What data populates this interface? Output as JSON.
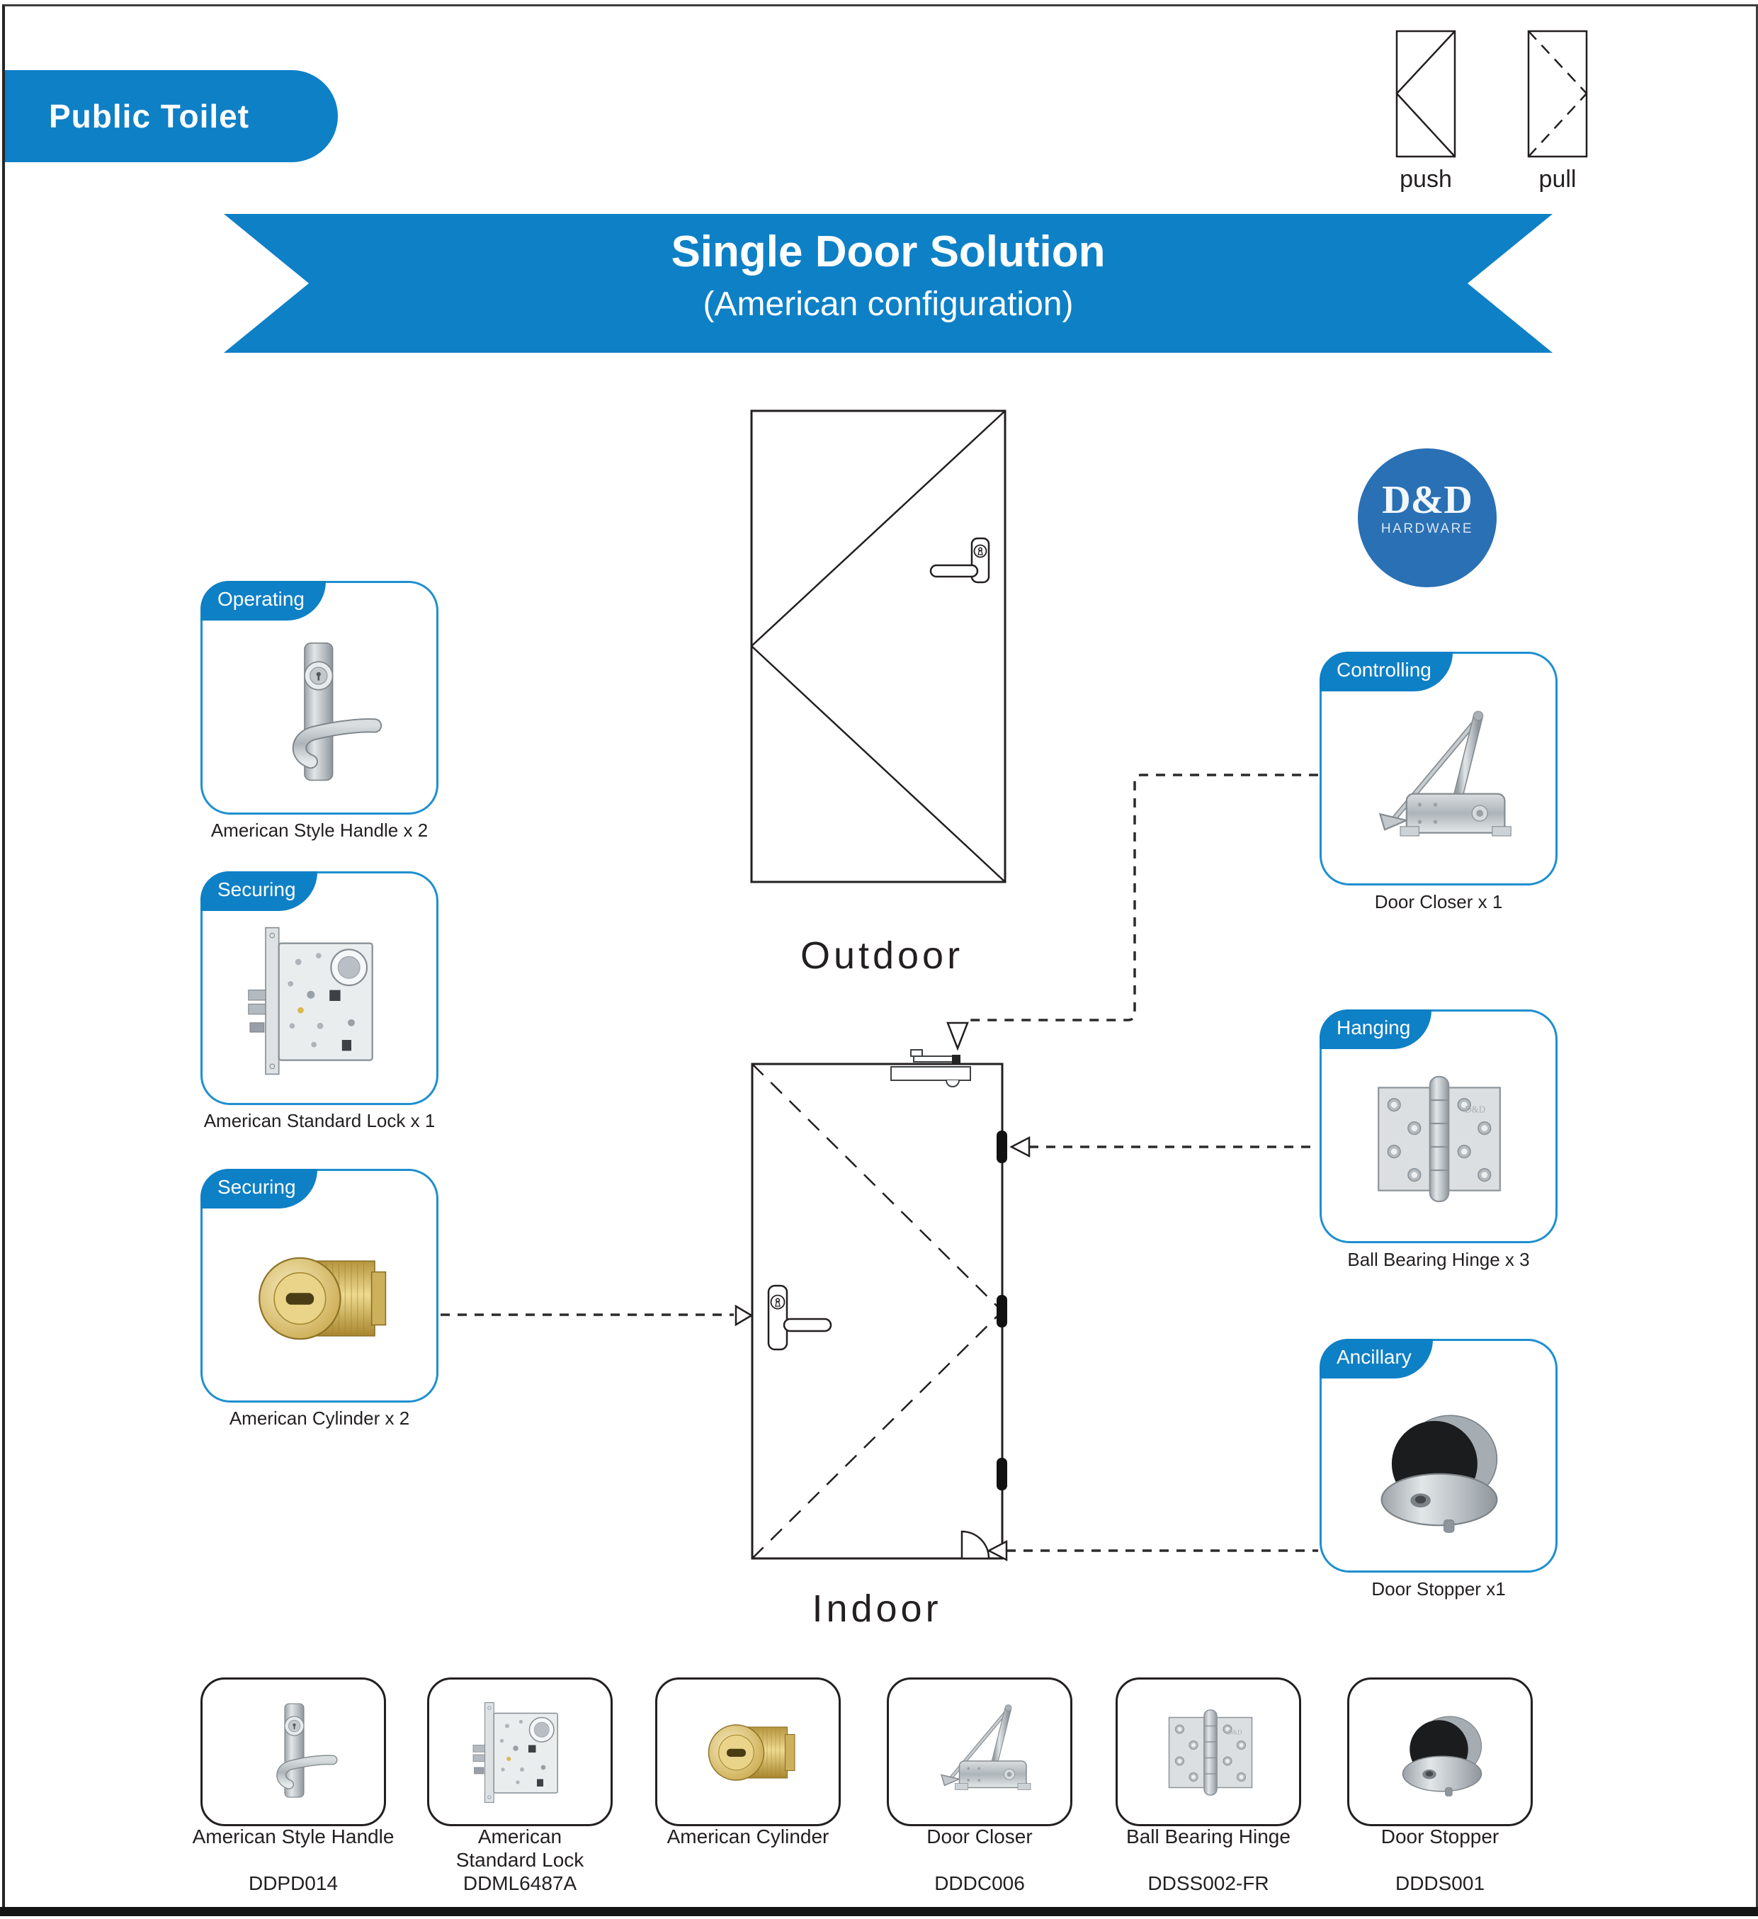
{
  "header": {
    "banner": "Public Toilet"
  },
  "legend": {
    "push": "push",
    "pull": "pull"
  },
  "ribbon": {
    "title": "Single Door Solution",
    "subtitle": "(American configuration)"
  },
  "logo": {
    "name": "D&D",
    "tagline": "HARDWARE"
  },
  "diagram": {
    "outdoor_label": "Outdoor",
    "indoor_label": "Indoor"
  },
  "left_cards": [
    {
      "tab": "Operating",
      "caption": "American Style Handle x 2",
      "icon": "american-style-handle"
    },
    {
      "tab": "Securing",
      "caption": "American Standard Lock x 1",
      "icon": "american-standard-lock"
    },
    {
      "tab": "Securing",
      "caption": "American Cylinder x 2",
      "icon": "american-cylinder"
    }
  ],
  "right_cards": [
    {
      "tab": "Controlling",
      "caption": "Door Closer x 1",
      "icon": "door-closer"
    },
    {
      "tab": "Hanging",
      "caption": "Ball Bearing Hinge x 3",
      "icon": "ball-bearing-hinge"
    },
    {
      "tab": "Ancillary",
      "caption": "Door Stopper x1",
      "icon": "door-stopper"
    }
  ],
  "bottom_products": [
    {
      "name": "American Style Handle",
      "code": "DDPD014"
    },
    {
      "name": "American Standard Lock",
      "code": "DDML6487A"
    },
    {
      "name": "American Cylinder",
      "code": ""
    },
    {
      "name": "Door Closer",
      "code": "DDDC006"
    },
    {
      "name": "Ball Bearing Hinge",
      "code": "DDSS002-FR"
    },
    {
      "name": "Door Stopper",
      "code": "DDDS001"
    }
  ],
  "colors": {
    "primary_blue": "#0e80c6",
    "card_border_blue": "#1e8fd0",
    "logo_blue": "#2a70b4",
    "ink": "#231f20",
    "brass": "#c9a845"
  }
}
